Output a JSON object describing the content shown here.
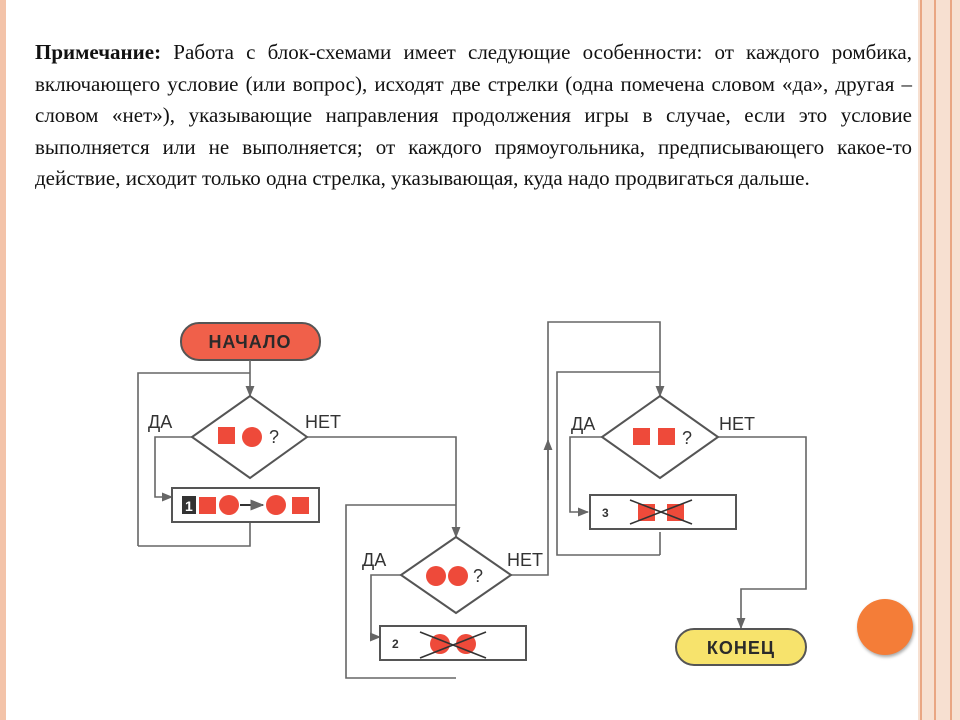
{
  "note": {
    "label": "Примечание:",
    "text": " Работа с блок-схемами имеет следующие особенности: от каждого ромбика, включающего условие (или вопрос), исходят две стрелки (одна помечена словом «да», другая – словом «нет»), указывающие направления продолжения игры в случае, если это условие выполняется или не выполняется; от каждого прямоугольника, предписывающего какое-то действие, исходит только одна стрелка, указывающая, куда надо продвигаться дальше."
  },
  "flowchart": {
    "start": "НАЧАЛО",
    "end": "КОНЕЦ",
    "yes": "ДА",
    "no": "НЕТ",
    "question_mark": "?",
    "step1": "1",
    "step2": "2",
    "step3": "3"
  },
  "colors": {
    "start_fill": "#f0604a",
    "end_fill": "#f7e36c",
    "shape_red": "#ee4a3a",
    "line": "#666666",
    "accent_circle": "#f47d38"
  }
}
